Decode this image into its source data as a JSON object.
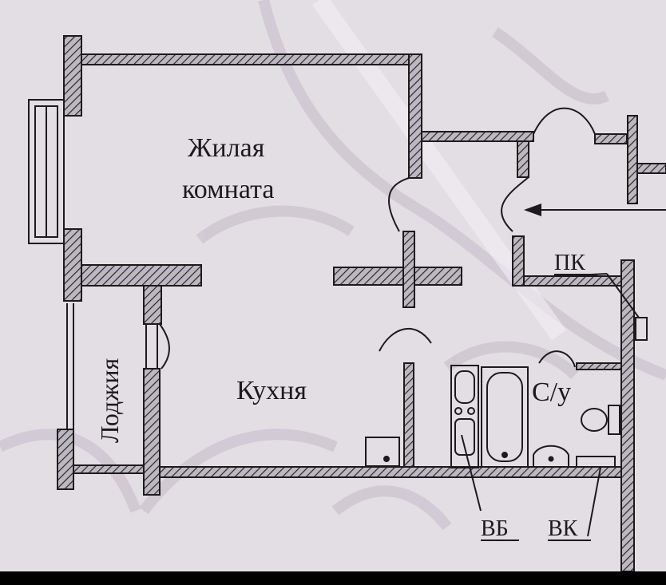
{
  "rooms": {
    "living_line1": "Жилая",
    "living_line2": "комната",
    "kitchen": "Кухня",
    "loggia": "Лоджия",
    "wc": "С/у"
  },
  "marks": {
    "pk": "ПК",
    "vb": "ВБ",
    "vk": "ВК"
  },
  "colors": {
    "paper": "#e3dee4",
    "ink": "#1c1a1d",
    "wall_fill": "#b9b3bb",
    "decor": "#cfc6d0",
    "bottom_band": "#000000"
  }
}
